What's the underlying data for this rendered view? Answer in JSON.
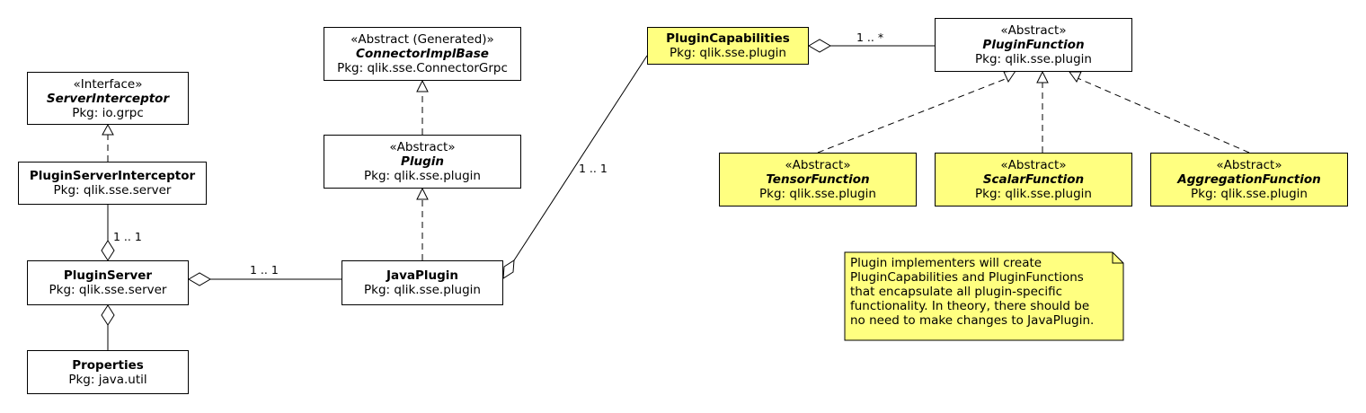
{
  "classes": {
    "server_interceptor": {
      "stereotype": "«Interface»",
      "name": "ServerInterceptor",
      "pkg": "Pkg: io.grpc"
    },
    "plugin_server_interceptor": {
      "name": "PluginServerInterceptor",
      "pkg": "Pkg: qlik.sse.server"
    },
    "plugin_server": {
      "name": "PluginServer",
      "pkg": "Pkg: qlik.sse.server"
    },
    "properties": {
      "name": "Properties",
      "pkg": "Pkg: java.util"
    },
    "connector_impl_base": {
      "stereotype": "«Abstract (Generated)»",
      "name": "ConnectorImplBase",
      "pkg": "Pkg: qlik.sse.ConnectorGrpc"
    },
    "plugin": {
      "stereotype": "«Abstract»",
      "name": "Plugin",
      "pkg": "Pkg: qlik.sse.plugin"
    },
    "java_plugin": {
      "name": "JavaPlugin",
      "pkg": "Pkg: qlik.sse.plugin"
    },
    "plugin_capabilities": {
      "name": "PluginCapabilities",
      "pkg": "Pkg: qlik.sse.plugin"
    },
    "plugin_function": {
      "stereotype": "«Abstract»",
      "name": "PluginFunction",
      "pkg": "Pkg: qlik.sse.plugin"
    },
    "tensor_function": {
      "stereotype": "«Abstract»",
      "name": "TensorFunction",
      "pkg": "Pkg: qlik.sse.plugin"
    },
    "scalar_function": {
      "stereotype": "«Abstract»",
      "name": "ScalarFunction",
      "pkg": "Pkg: qlik.sse.plugin"
    },
    "aggregation_function": {
      "stereotype": "«Abstract»",
      "name": "AggregationFunction",
      "pkg": "Pkg: qlik.sse.plugin"
    }
  },
  "multiplicities": {
    "server_interceptor_assoc": "1 .. 1",
    "server_plugin_assoc": "1 .. 1",
    "plugin_capabilities_assoc": "1 .. 1",
    "capabilities_function_assoc": "1 .. *"
  },
  "note": {
    "lines": [
      "Plugin implementers will create",
      "PluginCapabilities and PluginFunctions",
      "that encapsulate all plugin-specific",
      "functionality. In theory, there should be",
      "no need to make changes to JavaPlugin."
    ]
  },
  "colors": {
    "highlight_fill": "#ffff80",
    "note_fill": "#ffff80",
    "line": "#000000"
  }
}
